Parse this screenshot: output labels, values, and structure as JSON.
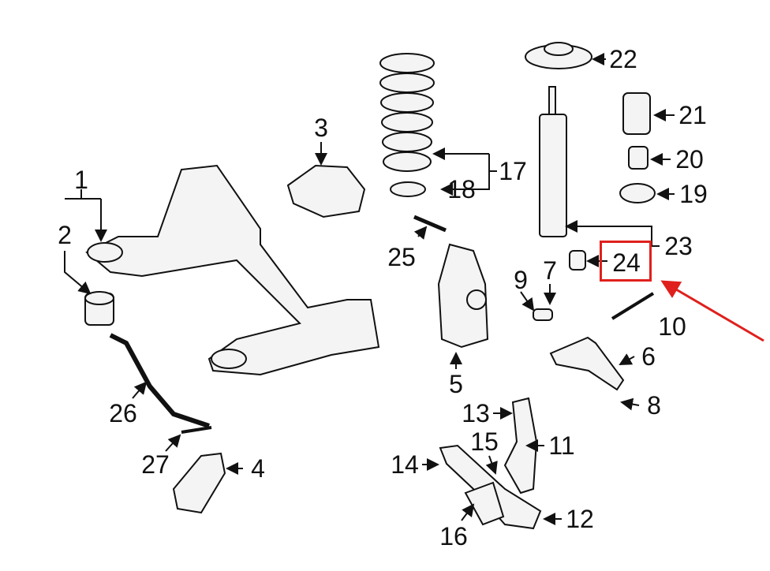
{
  "diagram": {
    "title": "Front suspension parts diagram",
    "labels": {
      "p1": "1",
      "p2": "2",
      "p3": "3",
      "p4": "4",
      "p5": "5",
      "p6": "6",
      "p7": "7",
      "p8": "8",
      "p9": "9",
      "p10": "10",
      "p11": "11",
      "p12": "12",
      "p13": "13",
      "p14": "14",
      "p15": "15",
      "p16": "16",
      "p17": "17",
      "p18": "18",
      "p19": "19",
      "p20": "20",
      "p21": "21",
      "p22": "22",
      "p23": "23",
      "p24": "24",
      "p25": "25",
      "p26": "26",
      "p27": "27"
    },
    "highlighted_part": "24",
    "highlight_color": "#e0201c"
  }
}
